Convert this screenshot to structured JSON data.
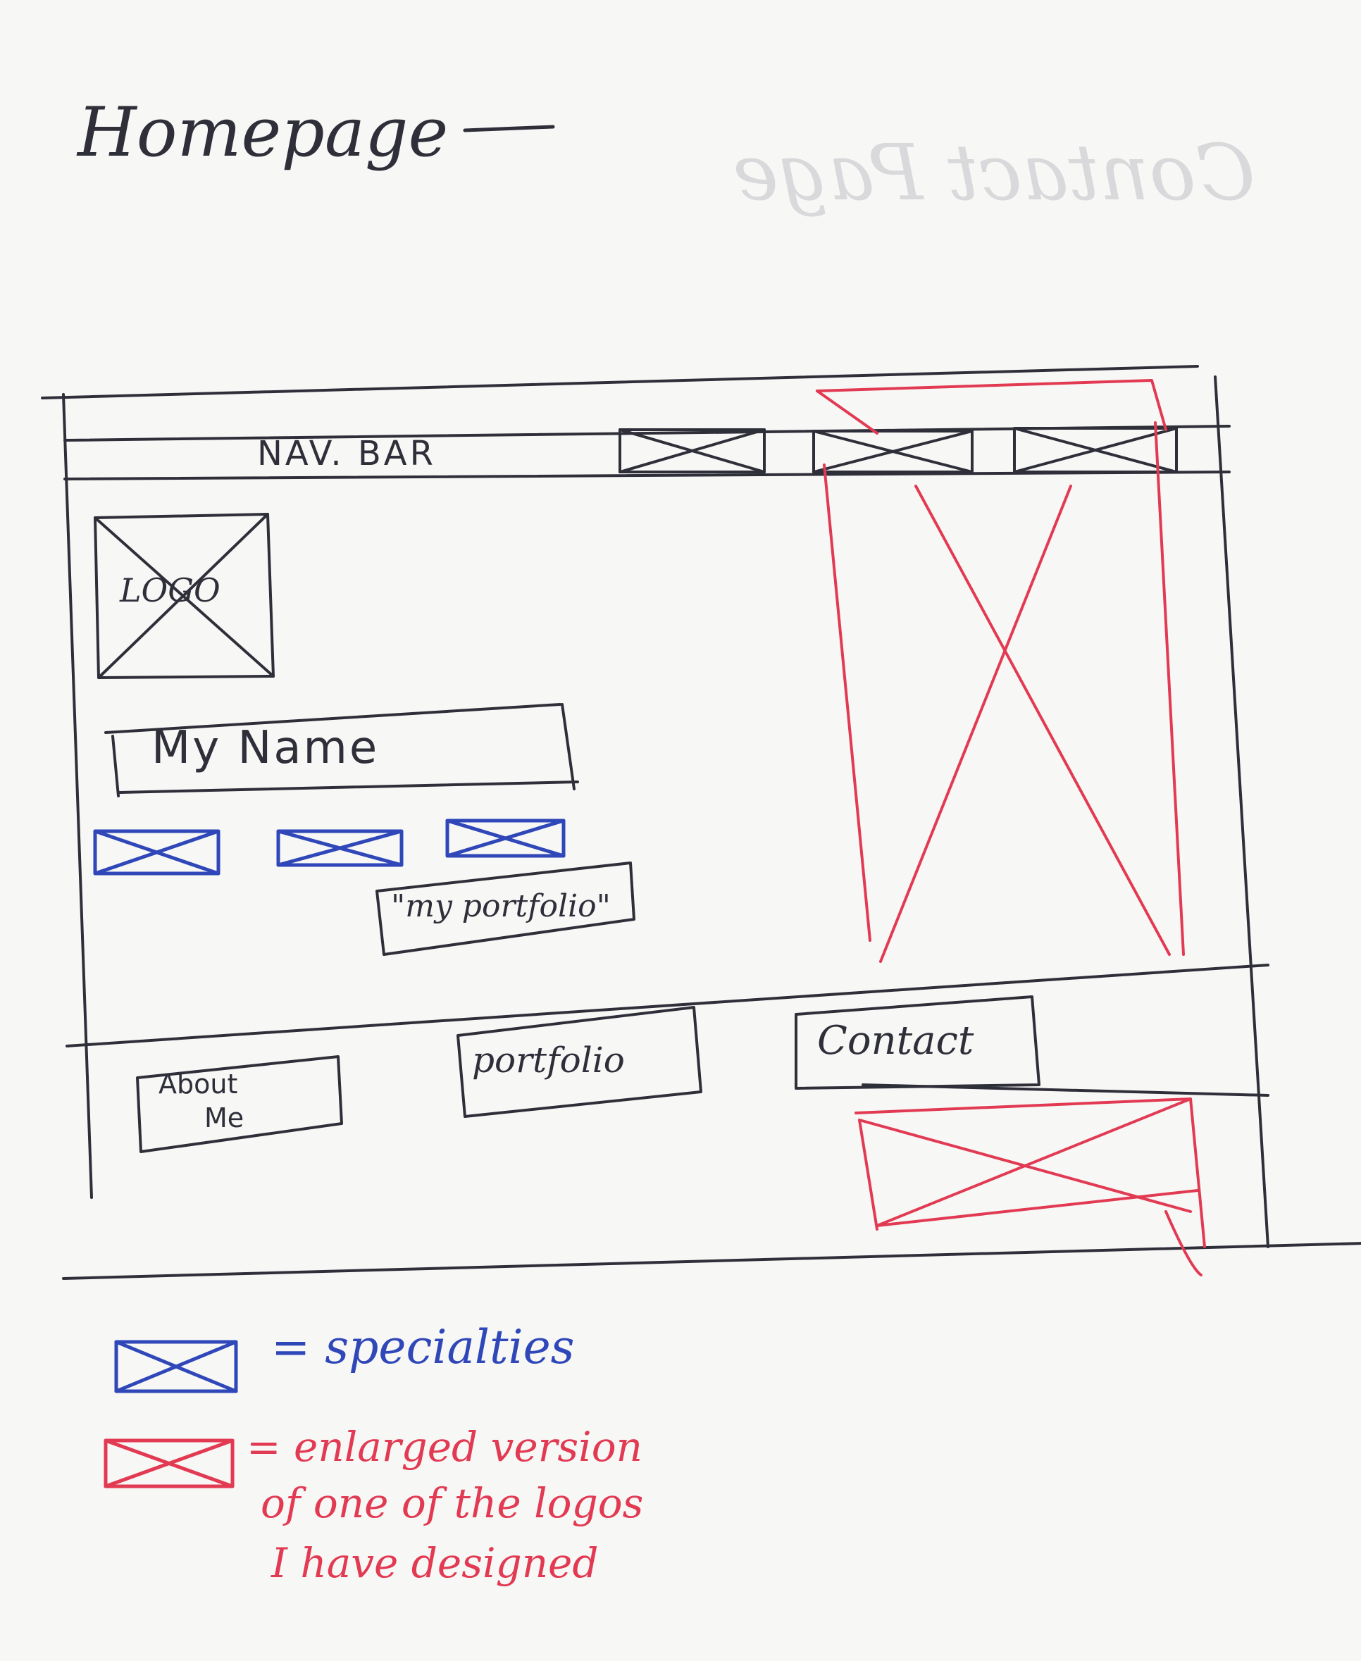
{
  "page": {
    "title": "Homepage",
    "faint_bleed_title": "Contact Page"
  },
  "wireframe": {
    "nav_bar_label": "NAV. BAR",
    "logo_label": "LOGO",
    "name_label": "My Name",
    "portfolio_quote_label": "\"my portfolio\"",
    "footer_buttons": [
      {
        "label_line1": "About",
        "label_line2": "Me"
      },
      {
        "label": "portfolio"
      },
      {
        "label": "Contact"
      }
    ]
  },
  "legend": {
    "blue_label": "= specialties",
    "red_line1": "= enlarged version",
    "red_line2": "of one of the logos",
    "red_line3": "I have designed"
  },
  "colors": {
    "pen_black": "#2f2f3a",
    "pen_blue": "#2f47b8",
    "pen_red": "#e23a52",
    "paper": "#f7f7f6"
  }
}
